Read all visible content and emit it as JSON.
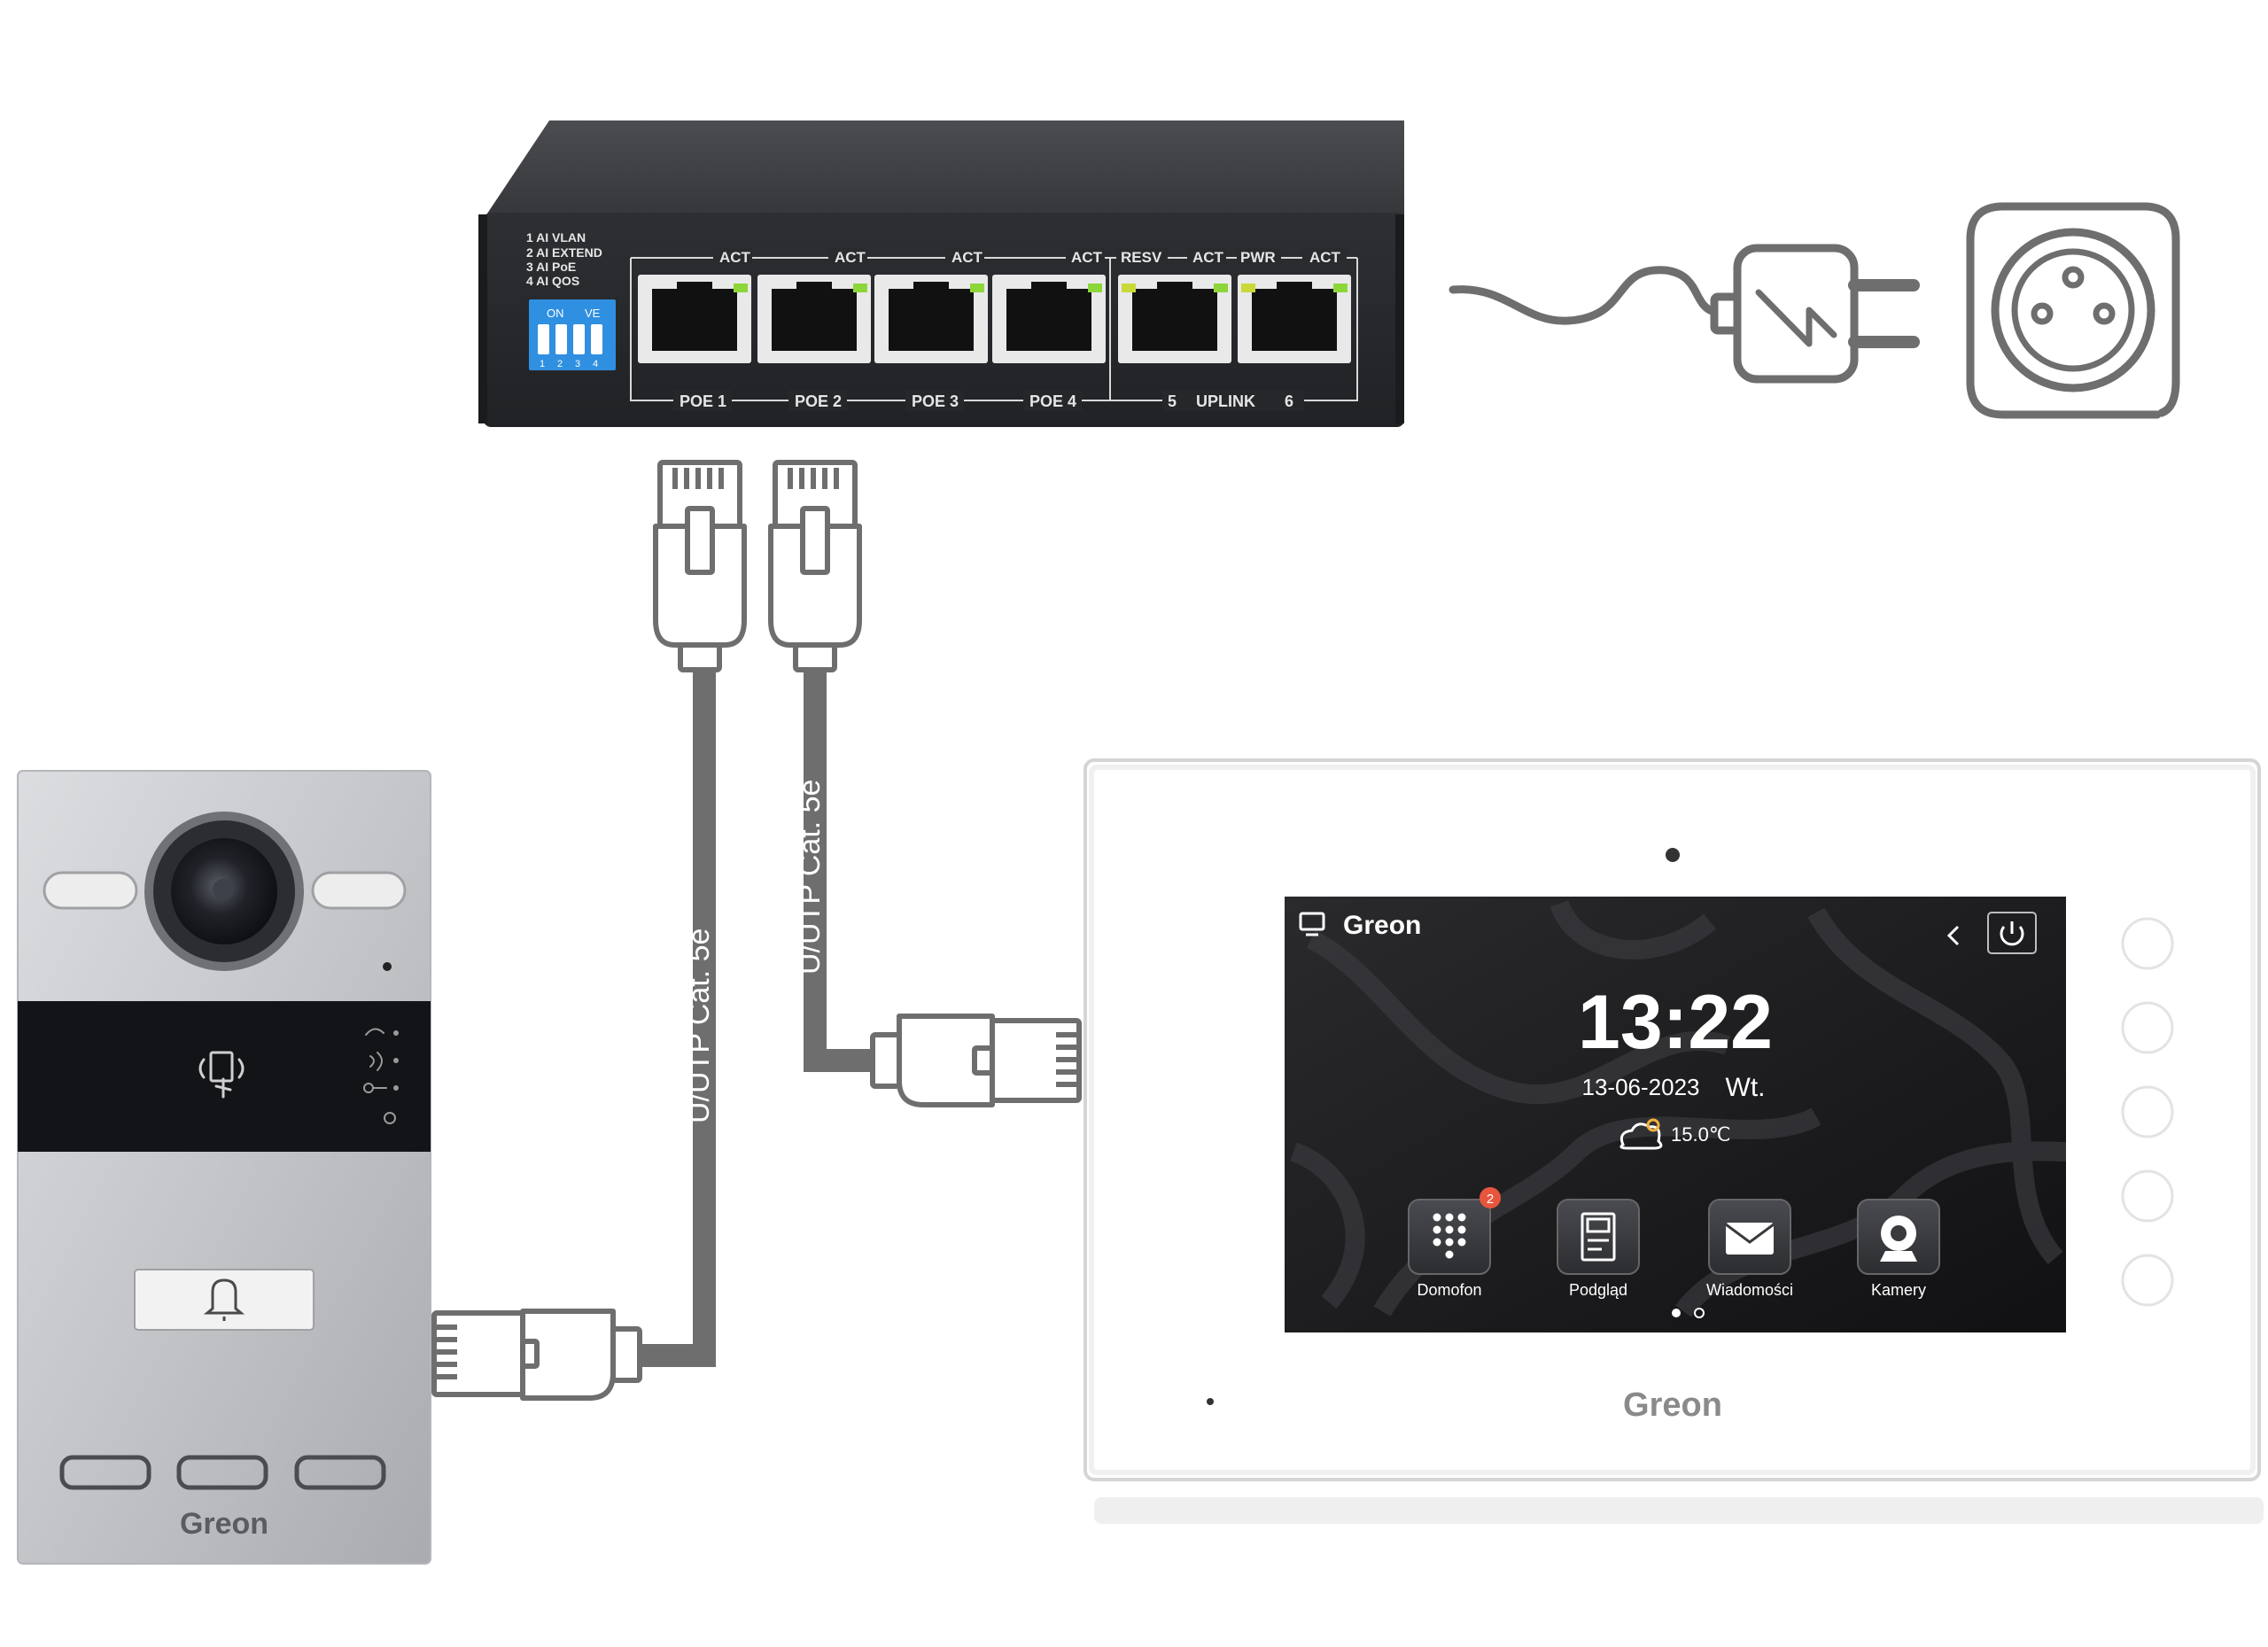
{
  "switch": {
    "settings": [
      "1 AI VLAN",
      "2 AI EXTEND",
      "3 AI PoE",
      "4 AI QOS"
    ],
    "dip_on": "ON",
    "dip_ve": "VE",
    "dip_numbers": [
      "1",
      "2",
      "3",
      "4"
    ],
    "top_labels": [
      "ACT",
      "ACT",
      "ACT",
      "ACT",
      "RESV",
      "ACT",
      "PWR",
      "ACT"
    ],
    "port_labels": [
      "POE 1",
      "POE 2",
      "POE 3",
      "POE 4"
    ],
    "uplink_left": "5",
    "uplink_label": "UPLINK",
    "uplink_right": "6"
  },
  "cables": {
    "cable1_label": "U/UTP Cat. 5e",
    "cable2_label": "U/UTP Cat. 5e"
  },
  "doorbell": {
    "brand": "Greon"
  },
  "monitor": {
    "brand": "Greon",
    "screen_brand": "Greon",
    "time": "13:22",
    "date": "13-06-2023",
    "weekday": "Wt.",
    "temperature": "15.0℃",
    "badge_count": "2",
    "apps": [
      "Domofon",
      "Podgląd",
      "Wiadomości",
      "Kamery"
    ]
  },
  "colors": {
    "switch_body": "#2b2d30",
    "dip_blue": "#2f8fe0",
    "led_green": "#8dd63a",
    "line_gray": "#6e6e6e",
    "screen_bg": "#1b1b1d",
    "badge_red": "#e8553d"
  }
}
